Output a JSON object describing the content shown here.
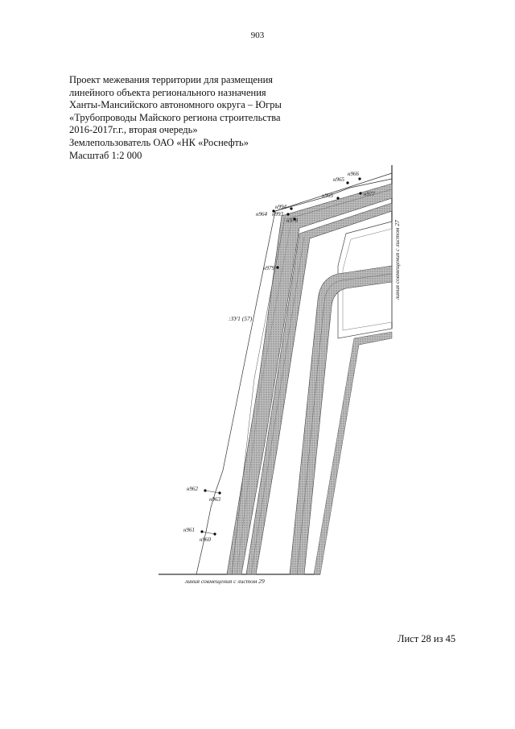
{
  "page_number": "903",
  "header": {
    "lines": [
      "Проект межевания территории для размещения",
      "линейного объекта регионального назначения",
      "Ханты-Мансийского автономного округа – Югры",
      "«Трубопроводы Майского региона строительства",
      "2016-2017г.г., вторая очередь»",
      "Землепользователь ОАО «НК «Роснефть»",
      "Масштаб 1:2 000"
    ]
  },
  "map": {
    "points": {
      "n966": "н966",
      "n965": "н965",
      "n977": "н977",
      "n995": "н995",
      "n994": "н994",
      "n993": "н993",
      "n964": "н964",
      "n978": "н978",
      "n979": "н979",
      "n962": "н962",
      "n963": "н963",
      "n961": "н961",
      "n960": "н960"
    },
    "parcel_label": ":ЗУ1 (57)",
    "match_line_right": "линия совмещения с листом 27",
    "match_line_bottom": "линия совмещения с листом 29"
  },
  "sheet_label": "Лист 28 из 45"
}
